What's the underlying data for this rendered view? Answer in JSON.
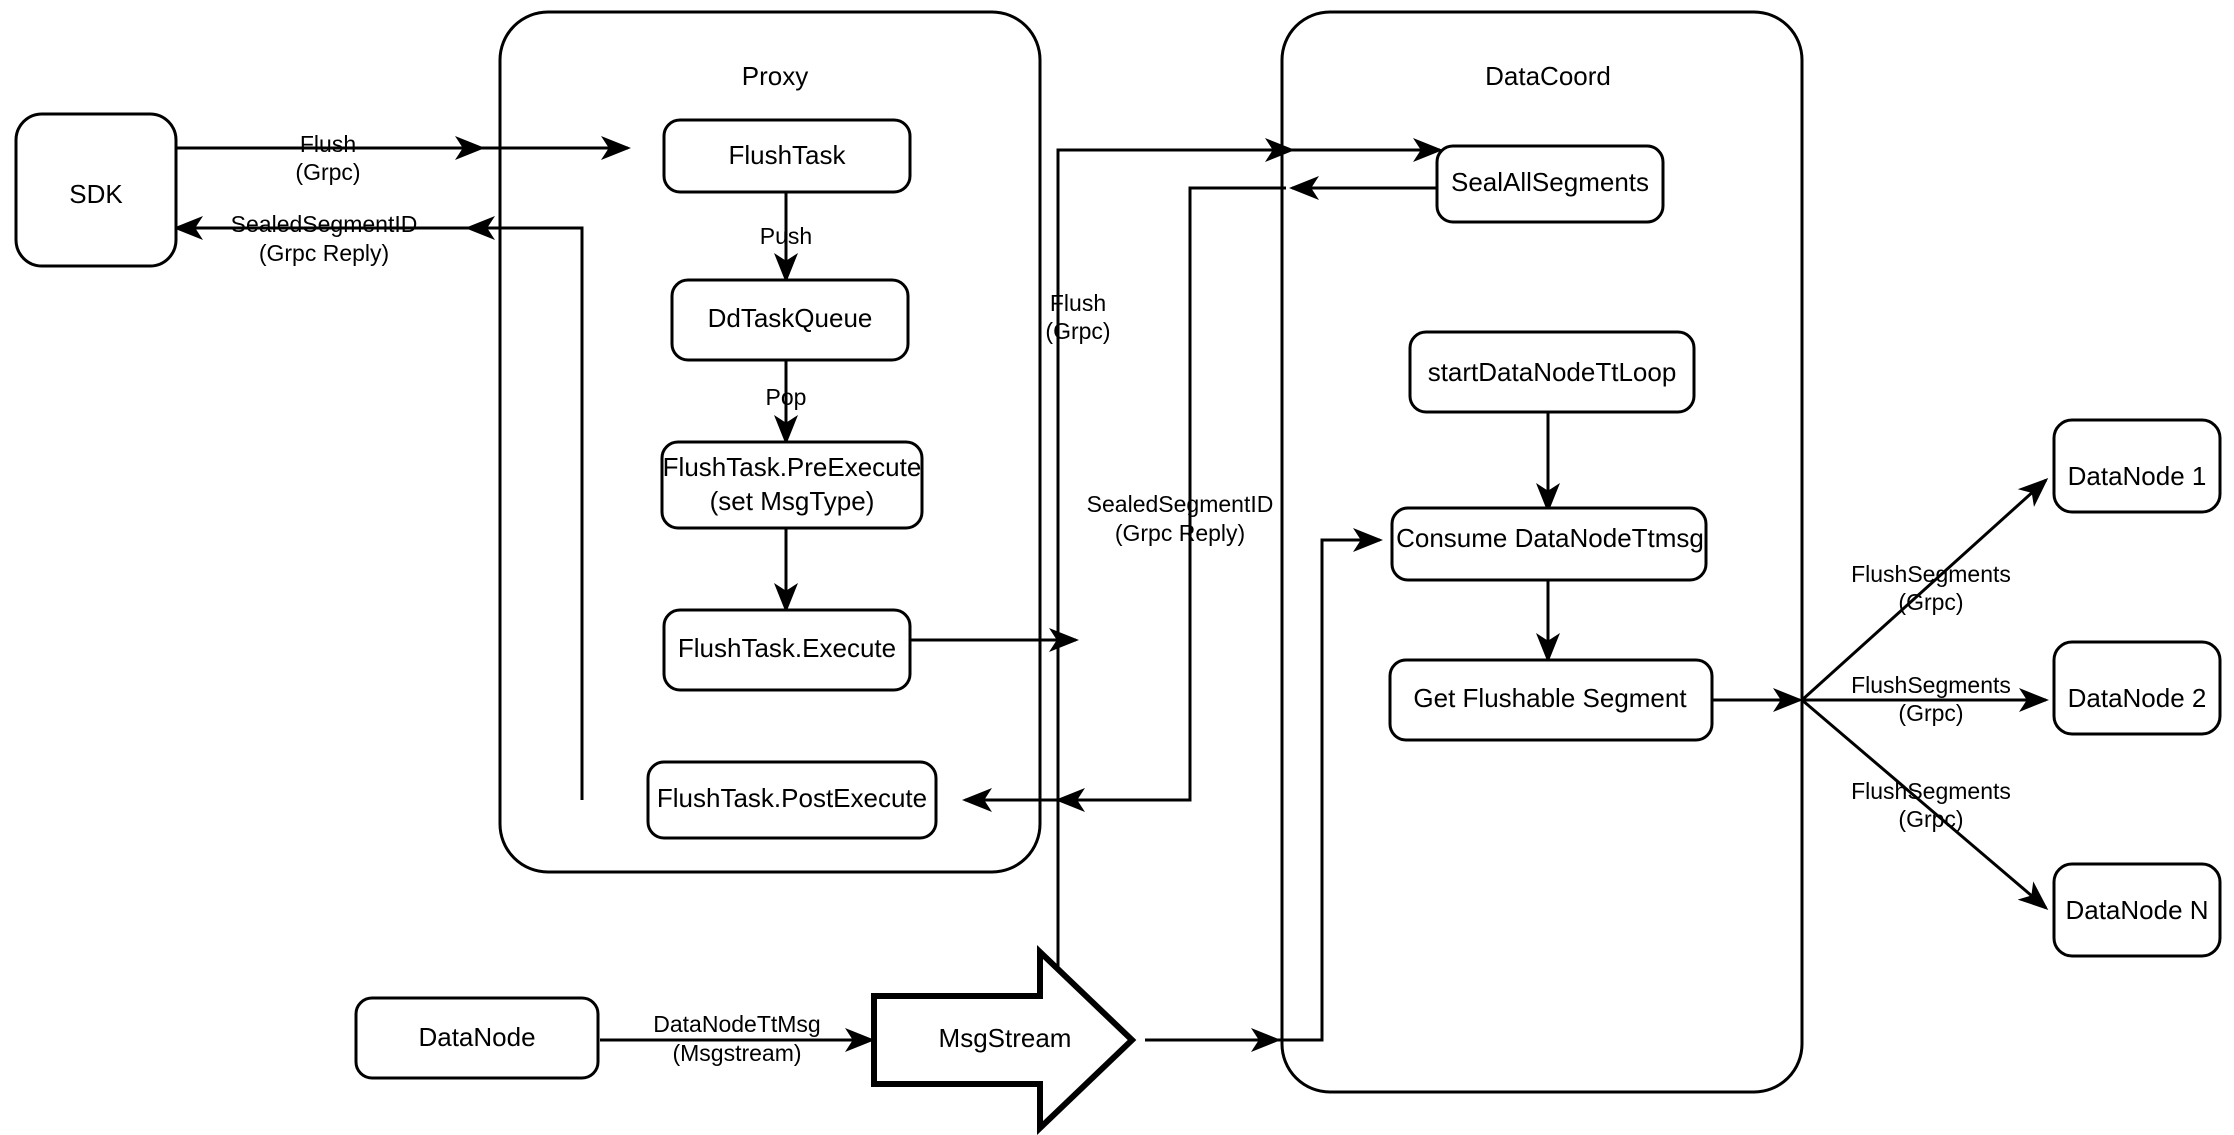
{
  "diagram": {
    "title": "Milvus Flush Sequence Flow",
    "background_color": "#ffffff",
    "stroke_color": "#000000",
    "containers": [
      {
        "id": "proxy",
        "label": "Proxy"
      },
      {
        "id": "datacoord",
        "label": "DataCoord"
      }
    ],
    "nodes": [
      {
        "id": "sdk",
        "label": "SDK"
      },
      {
        "id": "flushtask",
        "label": "FlushTask"
      },
      {
        "id": "ddtaskqueue",
        "label": "DdTaskQueue"
      },
      {
        "id": "preexecute_line1",
        "label": "FlushTask.PreExecute"
      },
      {
        "id": "preexecute_line2",
        "label": "(set MsgType)"
      },
      {
        "id": "execute",
        "label": "FlushTask.Execute"
      },
      {
        "id": "postexecute",
        "label": "FlushTask.PostExecute"
      },
      {
        "id": "sealallsegments",
        "label": "SealAllSegments"
      },
      {
        "id": "startdatanodettloop",
        "label": "startDataNodeTtLoop"
      },
      {
        "id": "consumedatanodettmsg",
        "label": "Consume DataNodeTtmsg"
      },
      {
        "id": "getflushablesegment",
        "label": "Get Flushable Segment"
      },
      {
        "id": "datanode1",
        "label": "DataNode 1"
      },
      {
        "id": "datanode2",
        "label": "DataNode 2"
      },
      {
        "id": "datanoden",
        "label": "DataNode N"
      },
      {
        "id": "datanode_bottom",
        "label": "DataNode"
      },
      {
        "id": "msgstream",
        "label": "MsgStream"
      }
    ],
    "edge_labels": [
      {
        "id": "sdk_to_proxy",
        "line1": "Flush",
        "line2": "(Grpc)"
      },
      {
        "id": "proxy_to_sdk",
        "line1": "SealedSegmentID",
        "line2": "(Grpc Reply)"
      },
      {
        "id": "push",
        "line1": "Push",
        "line2": ""
      },
      {
        "id": "pop",
        "line1": "Pop",
        "line2": ""
      },
      {
        "id": "proxy_to_datacoord",
        "line1": "Flush",
        "line2": "(Grpc)"
      },
      {
        "id": "datacoord_to_proxy",
        "line1": "SealedSegmentID",
        "line2": "(Grpc Reply)"
      },
      {
        "id": "flushsegments_1",
        "line1": "FlushSegments",
        "line2": "(Grpc)"
      },
      {
        "id": "flushsegments_2",
        "line1": "FlushSegments",
        "line2": "(Grpc)"
      },
      {
        "id": "flushsegments_n",
        "line1": "FlushSegments",
        "line2": "(Grpc)"
      },
      {
        "id": "datanodettmsg",
        "line1": "DataNodeTtMsg",
        "line2": "(Msgstream)"
      }
    ]
  }
}
